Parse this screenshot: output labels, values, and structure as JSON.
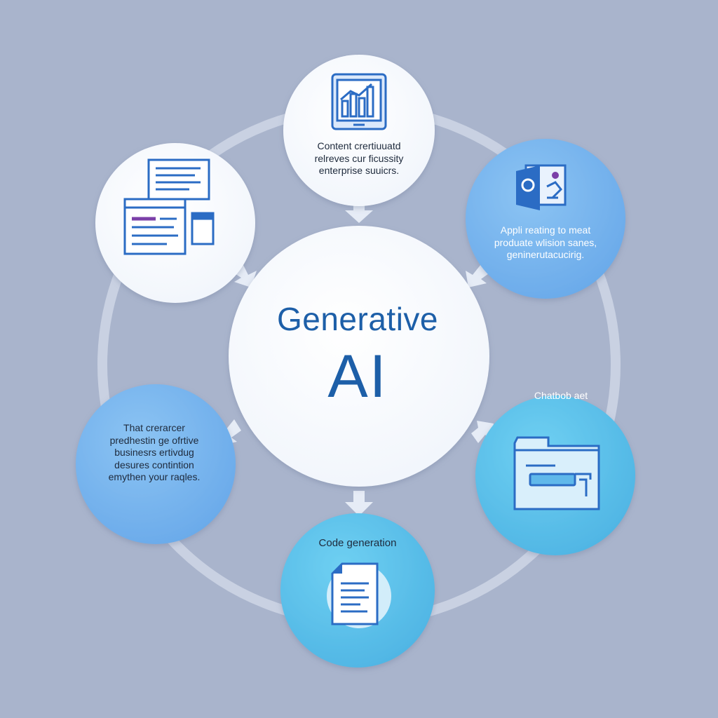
{
  "hub": {
    "title": "Generative",
    "subtitle": "AI"
  },
  "nodes": [
    {
      "id": "top",
      "text": [
        "Content crertiuuatd",
        "relreves cur ficussity",
        "enterprise suuicrs."
      ],
      "icon": "analytics-tablet-icon"
    },
    {
      "id": "top-right",
      "text": [
        "Appli reating to meat",
        "produate wlision sanes,",
        "geninerutacucirig."
      ],
      "icon": "app-window-icon"
    },
    {
      "id": "bottom-right",
      "caption": "Chatbob aet",
      "icon": "chatbot-window-icon"
    },
    {
      "id": "bottom",
      "caption": "Code generation",
      "icon": "code-document-icon"
    },
    {
      "id": "bottom-left",
      "text": [
        "That crerarcer",
        "predhestin ge ofrtive",
        "businesrs ertivdug",
        "desures contintion",
        "emythen your raqles."
      ]
    },
    {
      "id": "top-left",
      "icon": "documents-icon"
    }
  ],
  "colors": {
    "background": "#a9b4cc",
    "ring": "#c8d0e0",
    "white_node": "#ffffff",
    "blue_node": "#7db7ee",
    "cyan_node": "#5fc3ea",
    "text_dark": "#1e2a3c",
    "text_light": "#ffffff",
    "hub_text": "#1d5fa8",
    "icon_blue": "#2b6cc4"
  }
}
